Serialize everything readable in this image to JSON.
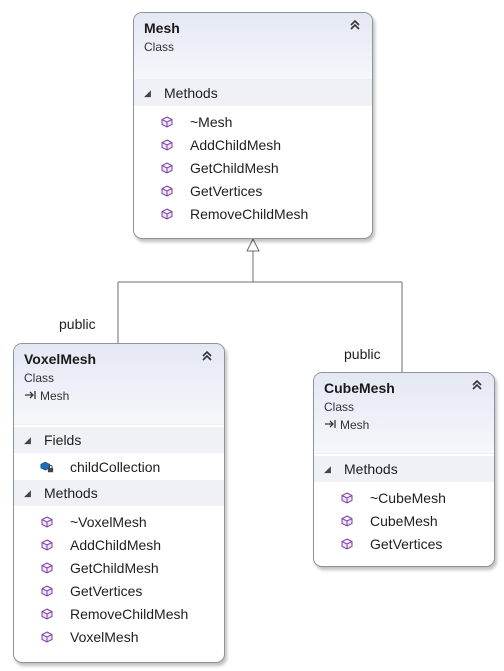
{
  "classes": {
    "mesh": {
      "name": "Mesh",
      "stereotype": "Class",
      "sections": [
        {
          "title": "Methods",
          "members": [
            "~Mesh",
            "AddChildMesh",
            "GetChildMesh",
            "GetVertices",
            "RemoveChildMesh"
          ]
        }
      ]
    },
    "voxel": {
      "name": "VoxelMesh",
      "stereotype": "Class",
      "base": "Mesh",
      "fields_title": "Fields",
      "fields": [
        "childCollection"
      ],
      "methods_title": "Methods",
      "methods": [
        "~VoxelMesh",
        "AddChildMesh",
        "GetChildMesh",
        "GetVertices",
        "RemoveChildMesh",
        "VoxelMesh"
      ]
    },
    "cube": {
      "name": "CubeMesh",
      "stereotype": "Class",
      "base": "Mesh",
      "methods_title": "Methods",
      "methods": [
        "~CubeMesh",
        "CubeMesh",
        "GetVertices"
      ]
    }
  },
  "connectors": {
    "voxel_label": "public",
    "cube_label": "public"
  },
  "icons": {
    "method": "method-cube-icon",
    "field": "private-field-icon",
    "inherit": "inheritance-arrow-icon",
    "collapse": "double-chevron-up-icon",
    "section": "triangle-expander-icon"
  },
  "colors": {
    "method_icon": "#7a3fa6",
    "field_icon": "#1c6fb8",
    "border": "#8f949c"
  }
}
